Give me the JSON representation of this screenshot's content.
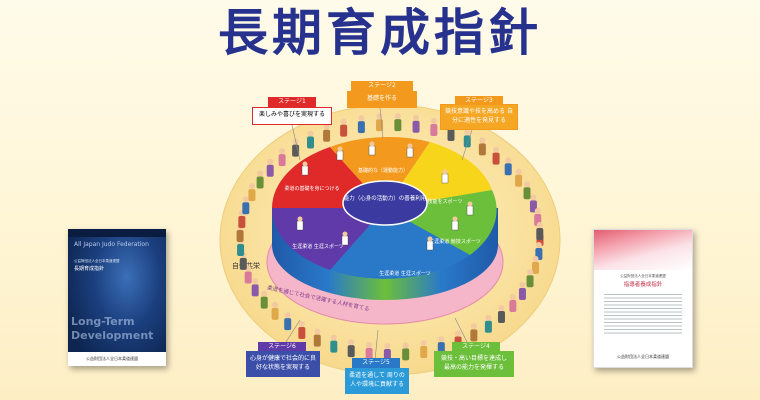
{
  "title": "長期育成指針",
  "center": {
    "hub_label": "能力（心身の活動力）の善養利用",
    "jita": "自他共栄",
    "ring_text": "柔道を通じて社会で活躍する人材を育てる"
  },
  "wedges": {
    "w1": "柔道の基礎を身につける",
    "w2": "基礎的な（運動能力）",
    "w3": "技能をスポーツ",
    "w4": "生涯柔道 生涯スポーツ",
    "w5": "生涯柔道 競技スポーツ",
    "w6": "生涯柔道 生涯スポーツ"
  },
  "stages": {
    "s1_head": "ステージ1",
    "s1_body": "楽しみや喜びを実現する",
    "s2_head": "ステージ2",
    "s2_body": "基礎を作る",
    "s3_head": "ステージ3",
    "s3_body": "競技意識や技を高める 自分に適性を発見する",
    "s4_head": "ステージ4",
    "s4_body": "競技・高い目標を達成し 最高の能力を発揮する",
    "s5_head": "ステージ5",
    "s5_body": "柔道を通して 周りの人や環境に貢献する",
    "s6_head": "ステージ6",
    "s6_body": "心身が健康で社会的に良好な状態を実現する"
  },
  "book_left": {
    "band": "All Japan Judo Federation",
    "subtitle": "公益財団法人全日本柔道連盟",
    "title": "長期育成指針",
    "line1": "Long-Term",
    "line2": "Development",
    "footer": "公益財団法人全日本柔道連盟"
  },
  "book_right": {
    "subtitle": "公益財団法人全日本柔道連盟",
    "title": "指導者養成指針",
    "footer": "公益財団法人全日本柔道連盟"
  },
  "colors": {
    "title": "#27328f",
    "red": "#e02a2a",
    "orange": "#f39a1e",
    "yellow": "#f7d51a",
    "green": "#6cbf3a",
    "blue": "#2a79c9",
    "purple": "#7b3aa8",
    "pink": "#f4a6bf",
    "cream": "#fbe6b3"
  }
}
